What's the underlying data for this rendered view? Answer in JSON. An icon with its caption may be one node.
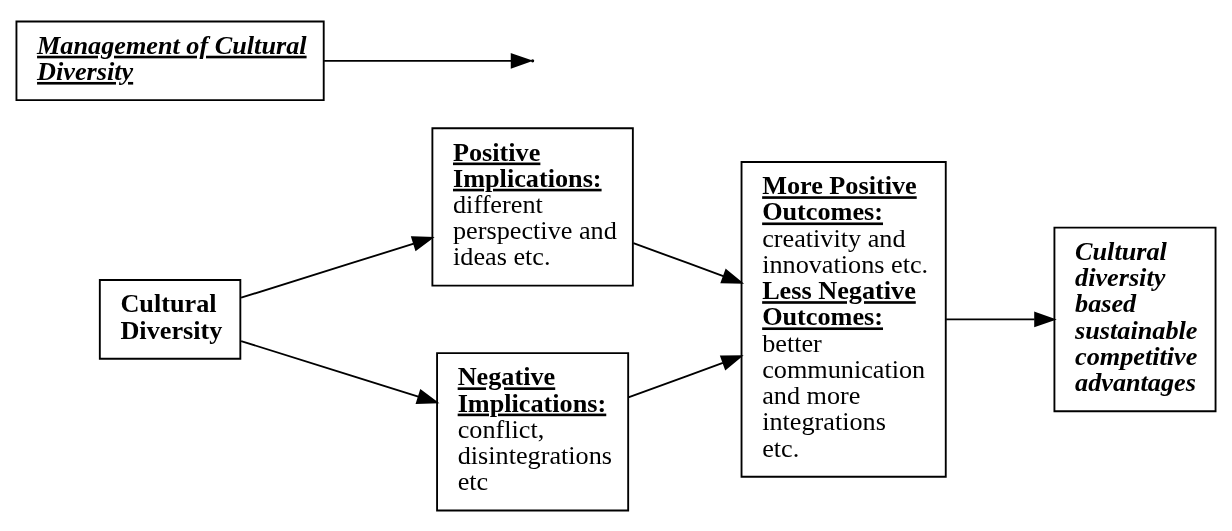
{
  "diagram": {
    "nodes": [
      {
        "text": [
          "Cultural Diversity"
        ]
      },
      {
        "text": [
          "Positive Implications:",
          "different perspective and ideas etc."
        ]
      },
      {
        "text": [
          "Negative Implications:",
          "conflict, disintegrations etc"
        ]
      },
      {
        "text": [
          "Management of Cultural Diversity"
        ]
      },
      {
        "text": [
          "More Positive Outcomes:",
          "creativity and innovations etc.",
          "Less Negative Outcomes:",
          "better communication and more integrations etc."
        ]
      },
      {
        "text": [
          "Cultural diversity based sustainable competitive advantages"
        ]
      }
    ],
    "edges": [
      {
        "from": 0,
        "to": 1,
        "arrow": "to"
      },
      {
        "from": 0,
        "to": 2,
        "arrow": "to"
      },
      {
        "from": 1,
        "to": 4,
        "arrow": "to"
      },
      {
        "from": 2,
        "to": 4,
        "arrow": "to"
      },
      {
        "from": 3,
        "to": null,
        "arrow": "to"
      },
      {
        "from": 4,
        "to": 5,
        "arrow": "to"
      }
    ]
  }
}
